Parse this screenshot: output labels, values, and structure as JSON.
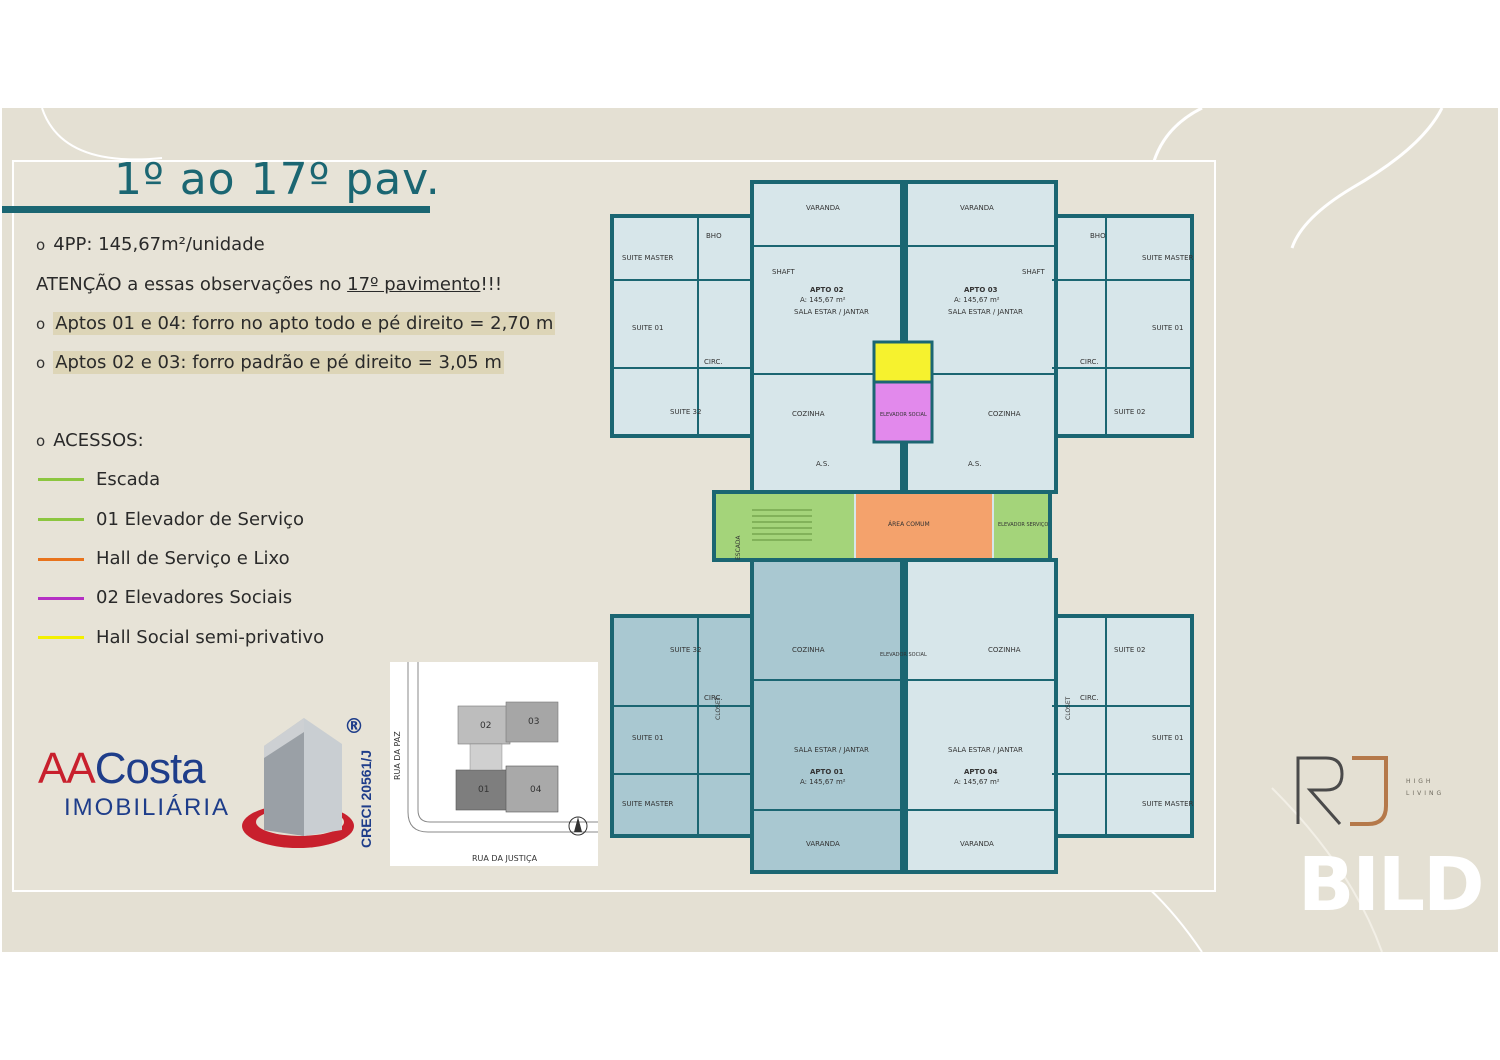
{
  "header": {
    "title": "1º ao 17º pav."
  },
  "info": {
    "unit_size": "4PP: 145,67m²/unidade",
    "attention_prefix": "ATENÇÃO a essas observações no ",
    "attention_link": "17º pavimento",
    "attention_suffix": "!!!",
    "note_1": "Aptos 01 e 04: forro no apto todo e pé direito = 2,70 m",
    "note_2": "Aptos 02 e 03: forro padrão e pé direito = 3,05 m",
    "bullet_symbol": "o"
  },
  "legend": {
    "heading": "ACESSOS:",
    "items": [
      {
        "label": "Escada",
        "color": "#8cc63f"
      },
      {
        "label": "01 Elevador de Serviço",
        "color": "#8cc63f"
      },
      {
        "label": "Hall de Serviço e Lixo",
        "color": "#e8731c"
      },
      {
        "label": "02 Elevadores Sociais",
        "color": "#b530c4"
      },
      {
        "label": "Hall Social semi-privativo",
        "color": "#f3f000"
      }
    ]
  },
  "site_plan": {
    "street_left": "RUA DA PAZ",
    "street_bottom": "RUA DA JUSTIÇA",
    "blocks": [
      "02",
      "03",
      "01",
      "04"
    ]
  },
  "floor_plan": {
    "apartments": [
      {
        "name": "APTO 02",
        "area": "A: 145,67 m²"
      },
      {
        "name": "APTO 03",
        "area": "A: 145,67 m²"
      },
      {
        "name": "APTO 01",
        "area": "A: 145,67 m²"
      },
      {
        "name": "APTO 04",
        "area": "A: 145,67 m²"
      }
    ],
    "rooms": {
      "varanda": "VARANDA",
      "sala": "SALA ESTAR / JANTAR",
      "cozinha": "COZINHA",
      "suite_master": "SUITE MASTER",
      "suite_01": "SUITE 01",
      "suite_02": "SUITE 02",
      "suite_32": "SUITE 32",
      "closet": "CLOSET",
      "circ": "CIRC.",
      "as": "A.S.",
      "bho": "BHO",
      "shaft": "SHAFT",
      "elevador_social": "ELEVADOR SOCIAL",
      "elevador_servico": "ELEVADOR SERVIÇO",
      "escada": "ESCADA",
      "area_comum": "ÁREA COMUM"
    },
    "colors": {
      "light_apt": "#d7e6ea",
      "dark_apt": "#a9c8d1",
      "walls": "#1b6672",
      "stair": "#a4d47a",
      "service_hall": "#f4a26c",
      "social_elevator": "#e289ec",
      "social_hall": "#f6f22e"
    }
  },
  "branding": {
    "aacosta_a": "AA",
    "aacosta_b": "Costa",
    "aacosta_sub": "IMOBILIÁRIA",
    "creci": "CRECI 20561/J",
    "registered": "®",
    "rj_sub_1": "HIGH",
    "rj_sub_2": "LIVING",
    "bild": "BILD"
  }
}
